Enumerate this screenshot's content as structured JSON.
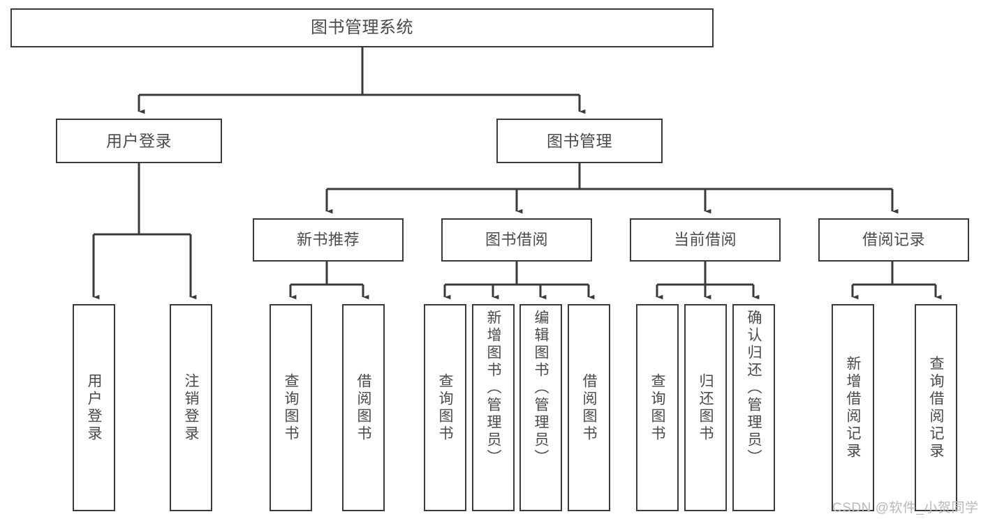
{
  "diagram": {
    "type": "tree-hierarchy",
    "title": "图书管理系统",
    "watermark": "CSDN @软件_小贺同学",
    "colors": {
      "node_border": "#3a3a3a",
      "node_fill": "#ffffff",
      "edge": "#3a3a3a",
      "text": "#4a4a4a",
      "watermark": "#b9b9b9",
      "background": "#ffffff"
    },
    "nodes": {
      "root": {
        "label": "图书管理系统"
      },
      "l1": [
        {
          "label": "用户登录"
        },
        {
          "label": "图书管理"
        }
      ],
      "l2": [
        {
          "label": "新书推荐"
        },
        {
          "label": "图书借阅"
        },
        {
          "label": "当前借阅"
        },
        {
          "label": "借阅记录"
        }
      ],
      "leaves": {
        "user_login": [
          {
            "label": "用户登录"
          },
          {
            "label": "注销登录"
          }
        ],
        "new_book": [
          {
            "label": "查询图书"
          },
          {
            "label": "借阅图书"
          }
        ],
        "book_borrow": [
          {
            "label": "查询图书"
          },
          {
            "label": "新增图书（管理员）"
          },
          {
            "label": "编辑图书（管理员）"
          },
          {
            "label": "借阅图书"
          }
        ],
        "current_borrow": [
          {
            "label": "查询图书"
          },
          {
            "label": "归还图书"
          },
          {
            "label": "确认归还（管理员）"
          }
        ],
        "borrow_record": [
          {
            "label": "新增借阅记录"
          },
          {
            "label": "查询借阅记录"
          }
        ]
      }
    }
  }
}
